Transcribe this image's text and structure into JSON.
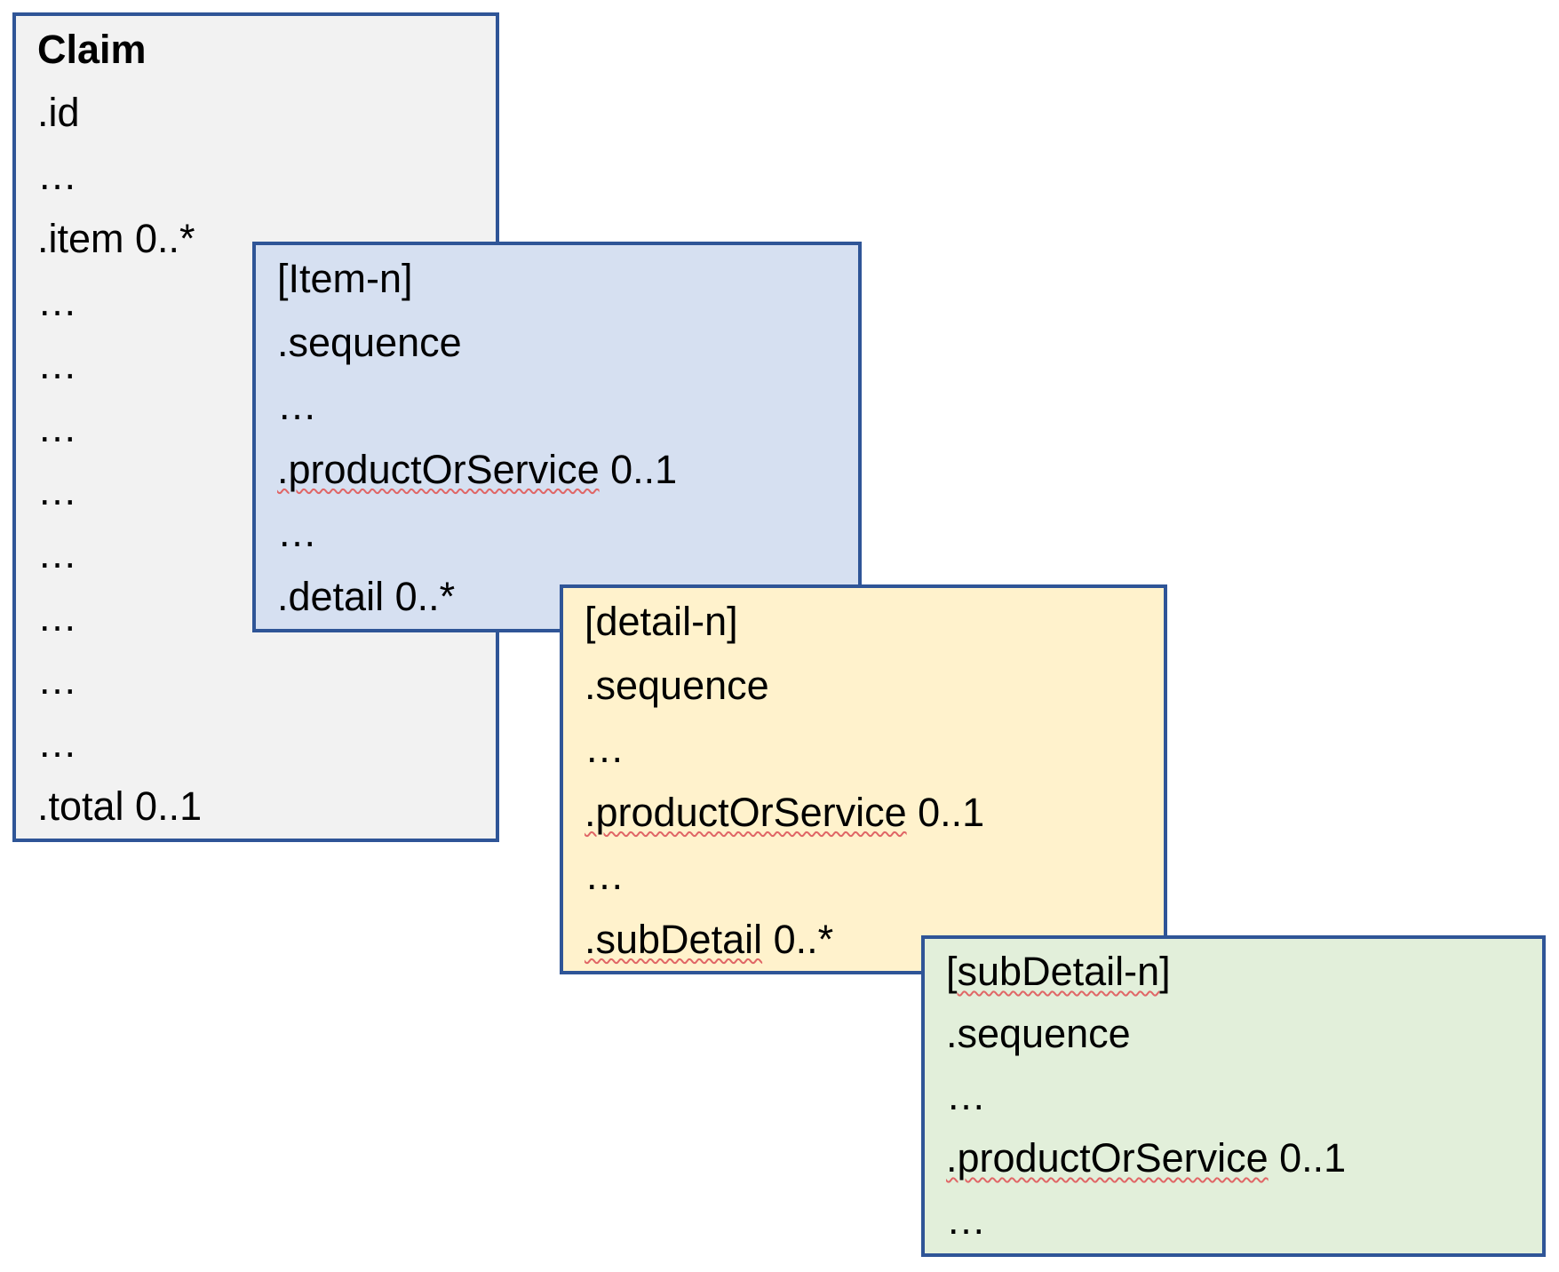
{
  "diagram": {
    "ellipsis": "…",
    "colors": {
      "border": "#2F5597",
      "claim_fill": "#F2F2F2",
      "item_fill": "#D6E0F1",
      "detail_fill": "#FFF2CC",
      "subdetail_fill": "#E2EFDA",
      "squiggle": "#E06666",
      "text": "#000000",
      "background": "#FFFFFF"
    },
    "claim": {
      "title": "Claim",
      "field_id": ".id",
      "field_item": ".item 0..*",
      "field_total": ".total 0..1"
    },
    "item": {
      "title": "[Item-n]",
      "field_sequence": ".sequence",
      "field_product": ".productOrService",
      "field_product_card": " 0..1",
      "field_detail": ".detail 0..*"
    },
    "detail": {
      "title": "[detail-n]",
      "field_sequence": ".sequence",
      "field_product": ".productOrService",
      "field_product_card": " 0..1",
      "field_subdetail": ".subDetail",
      "field_subdetail_card": " 0..*"
    },
    "subdetail": {
      "title_open": "[",
      "title_flag": "subDetail-n",
      "title_close": "]",
      "field_sequence": ".sequence",
      "field_product": ".productOrService",
      "field_product_card": " 0..1"
    }
  }
}
